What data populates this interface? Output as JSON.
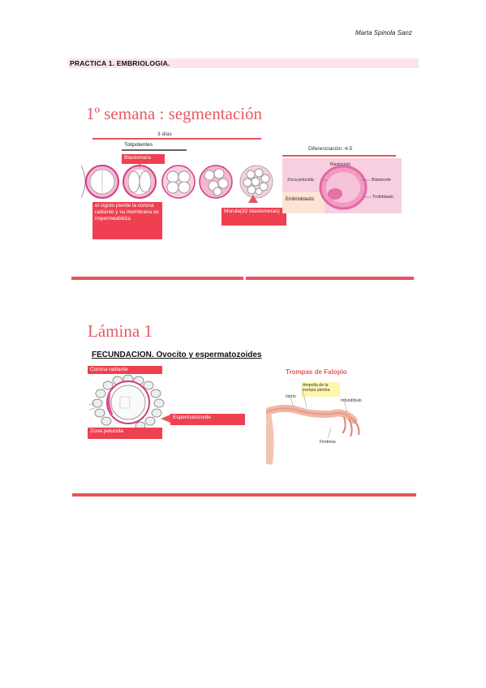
{
  "author": "Marta Spinola Sanz",
  "section_title": "PRACTICA 1. EMBRIOLOGIA.",
  "slide1": {
    "title": "1º semana : segmentación",
    "days_label": "3 días",
    "totipotentes_label": "Totipotentes",
    "blastomera_label": "Blastomera",
    "cigoto_note": "el cigoto pierde la corona radiante y su membrana se impermeabiliza",
    "morula_label": "Morula(32 blastomeras)",
    "diferenciacion_label": "Diferenciación :4-5",
    "blastocisto_labels": {
      "blastocisto": "Blastocisto",
      "zona_pelucida": "Zona pelúcida",
      "blastocele": "Blastocele",
      "trofoblasto": "Trofoblasto",
      "embrioblasto": "Embrioblasto"
    },
    "colors": {
      "accent": "#e6555c",
      "label_bg": "#ee4050",
      "pink_panel": "#f8cfe0"
    }
  },
  "slide2": {
    "title": "Lámina 1",
    "subtitle": "FECUNDACION. Ovocito y espermatozoides",
    "corona_radiante": "Corona radiante",
    "espermatozoide": "Espermatozoide",
    "zona_pelucida": "Zona pelucida",
    "trompas_title": "Trompas de Falopio",
    "trompas_labels": {
      "ampolla": "Ampolla de la trompa uterina",
      "istmo": "Istmo",
      "infundibulo": "Infundíbulo",
      "fimbrias": "Fimbrias"
    }
  }
}
